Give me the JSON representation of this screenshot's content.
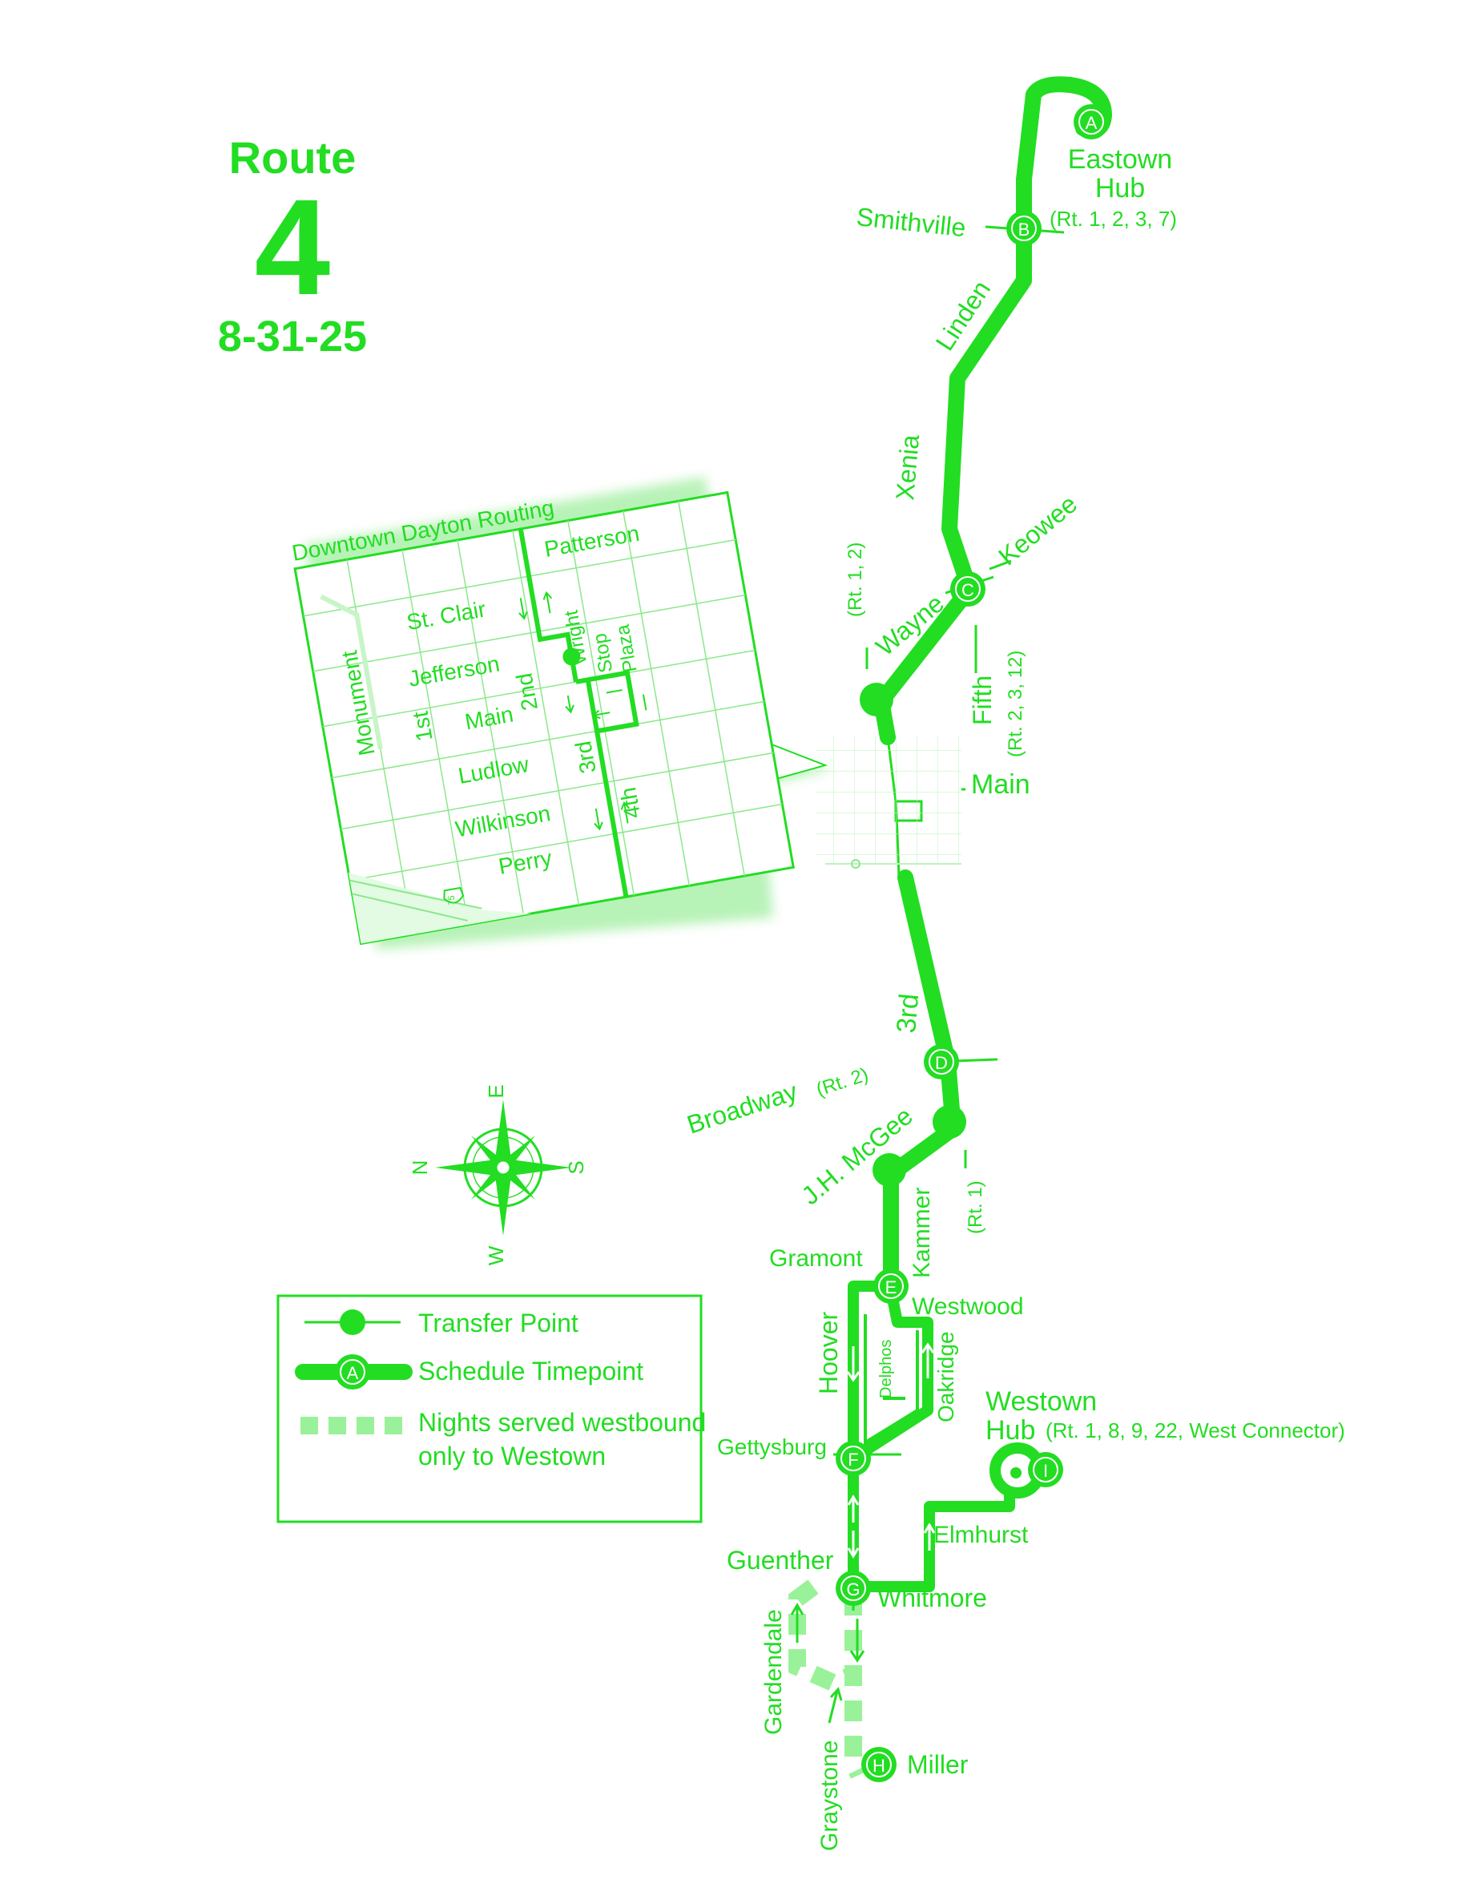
{
  "header": {
    "route_word": "Route",
    "route_number": "4",
    "date": "8-31-25"
  },
  "colors": {
    "route": "#22dd22",
    "light": "#99f299",
    "grid": "#8be88b"
  },
  "timepoints": [
    {
      "letter": "A",
      "name": "Eastown Hub"
    },
    {
      "letter": "B",
      "name": "Smithville"
    },
    {
      "letter": "C",
      "name": "Keowee"
    },
    {
      "letter": "D",
      "name": "3rd"
    },
    {
      "letter": "E",
      "name": "Gramont"
    },
    {
      "letter": "F",
      "name": "Gettysburg"
    },
    {
      "letter": "G",
      "name": "Whitmore"
    },
    {
      "letter": "H",
      "name": "Miller"
    },
    {
      "letter": "I",
      "name": "Westown Hub"
    }
  ],
  "labels": {
    "eastown": "Eastown",
    "hub": "Hub",
    "eastown_transfers": "(Rt. 1, 2, 3, 7)",
    "smithville": "Smithville",
    "linden": "Linden",
    "xenia": "Xenia",
    "keowee": "Keowee",
    "wayne": "Wayne",
    "rt12": "(Rt. 1, 2)",
    "fifth": "Fifth",
    "rt2312": "(Rt. 2, 3, 12)",
    "main": "Main",
    "third": "3rd",
    "broadway": "Broadway",
    "rt2": "(Rt. 2)",
    "jh_mcgee": "J.H. McGee",
    "rt1": "(Rt. 1)",
    "kammer": "Kammer",
    "gramont": "Gramont",
    "westwood": "Westwood",
    "hoover": "Hoover",
    "delphos": "Delphos",
    "oakridge": "Oakridge",
    "westown": "Westown",
    "westown_hub": "Hub",
    "westown_transfers": "(Rt. 1, 8, 9, 22, West Connector)",
    "gettysburg": "Gettysburg",
    "elmhurst": "Elmhurst",
    "guenther": "Guenther",
    "whitmore": "Whitmore",
    "gardendale": "Gardendale",
    "graystone": "Graystone",
    "miller": "Miller"
  },
  "inset": {
    "title": "Downtown Dayton Routing",
    "streets": {
      "patterson": "Patterson",
      "st_clair": "St. Clair",
      "jefferson": "Jefferson",
      "main": "Main",
      "ludlow": "Ludlow",
      "wilkinson": "Wilkinson",
      "perry": "Perry",
      "monument": "Monument",
      "first": "1st",
      "second": "2nd",
      "third": "3rd",
      "fourth": "4th",
      "wright": "Wright",
      "stop": "Stop",
      "plaza": "Plaza",
      "interstate": "75"
    }
  },
  "compass": {
    "n": "N",
    "e": "E",
    "s": "S",
    "w": "W"
  },
  "legend": {
    "transfer_point": "Transfer Point",
    "schedule_timepoint": "Schedule Timepoint",
    "timepoint_sample_letter": "A",
    "night_line1": "Nights served westbound",
    "night_line2": "only to Westown"
  }
}
